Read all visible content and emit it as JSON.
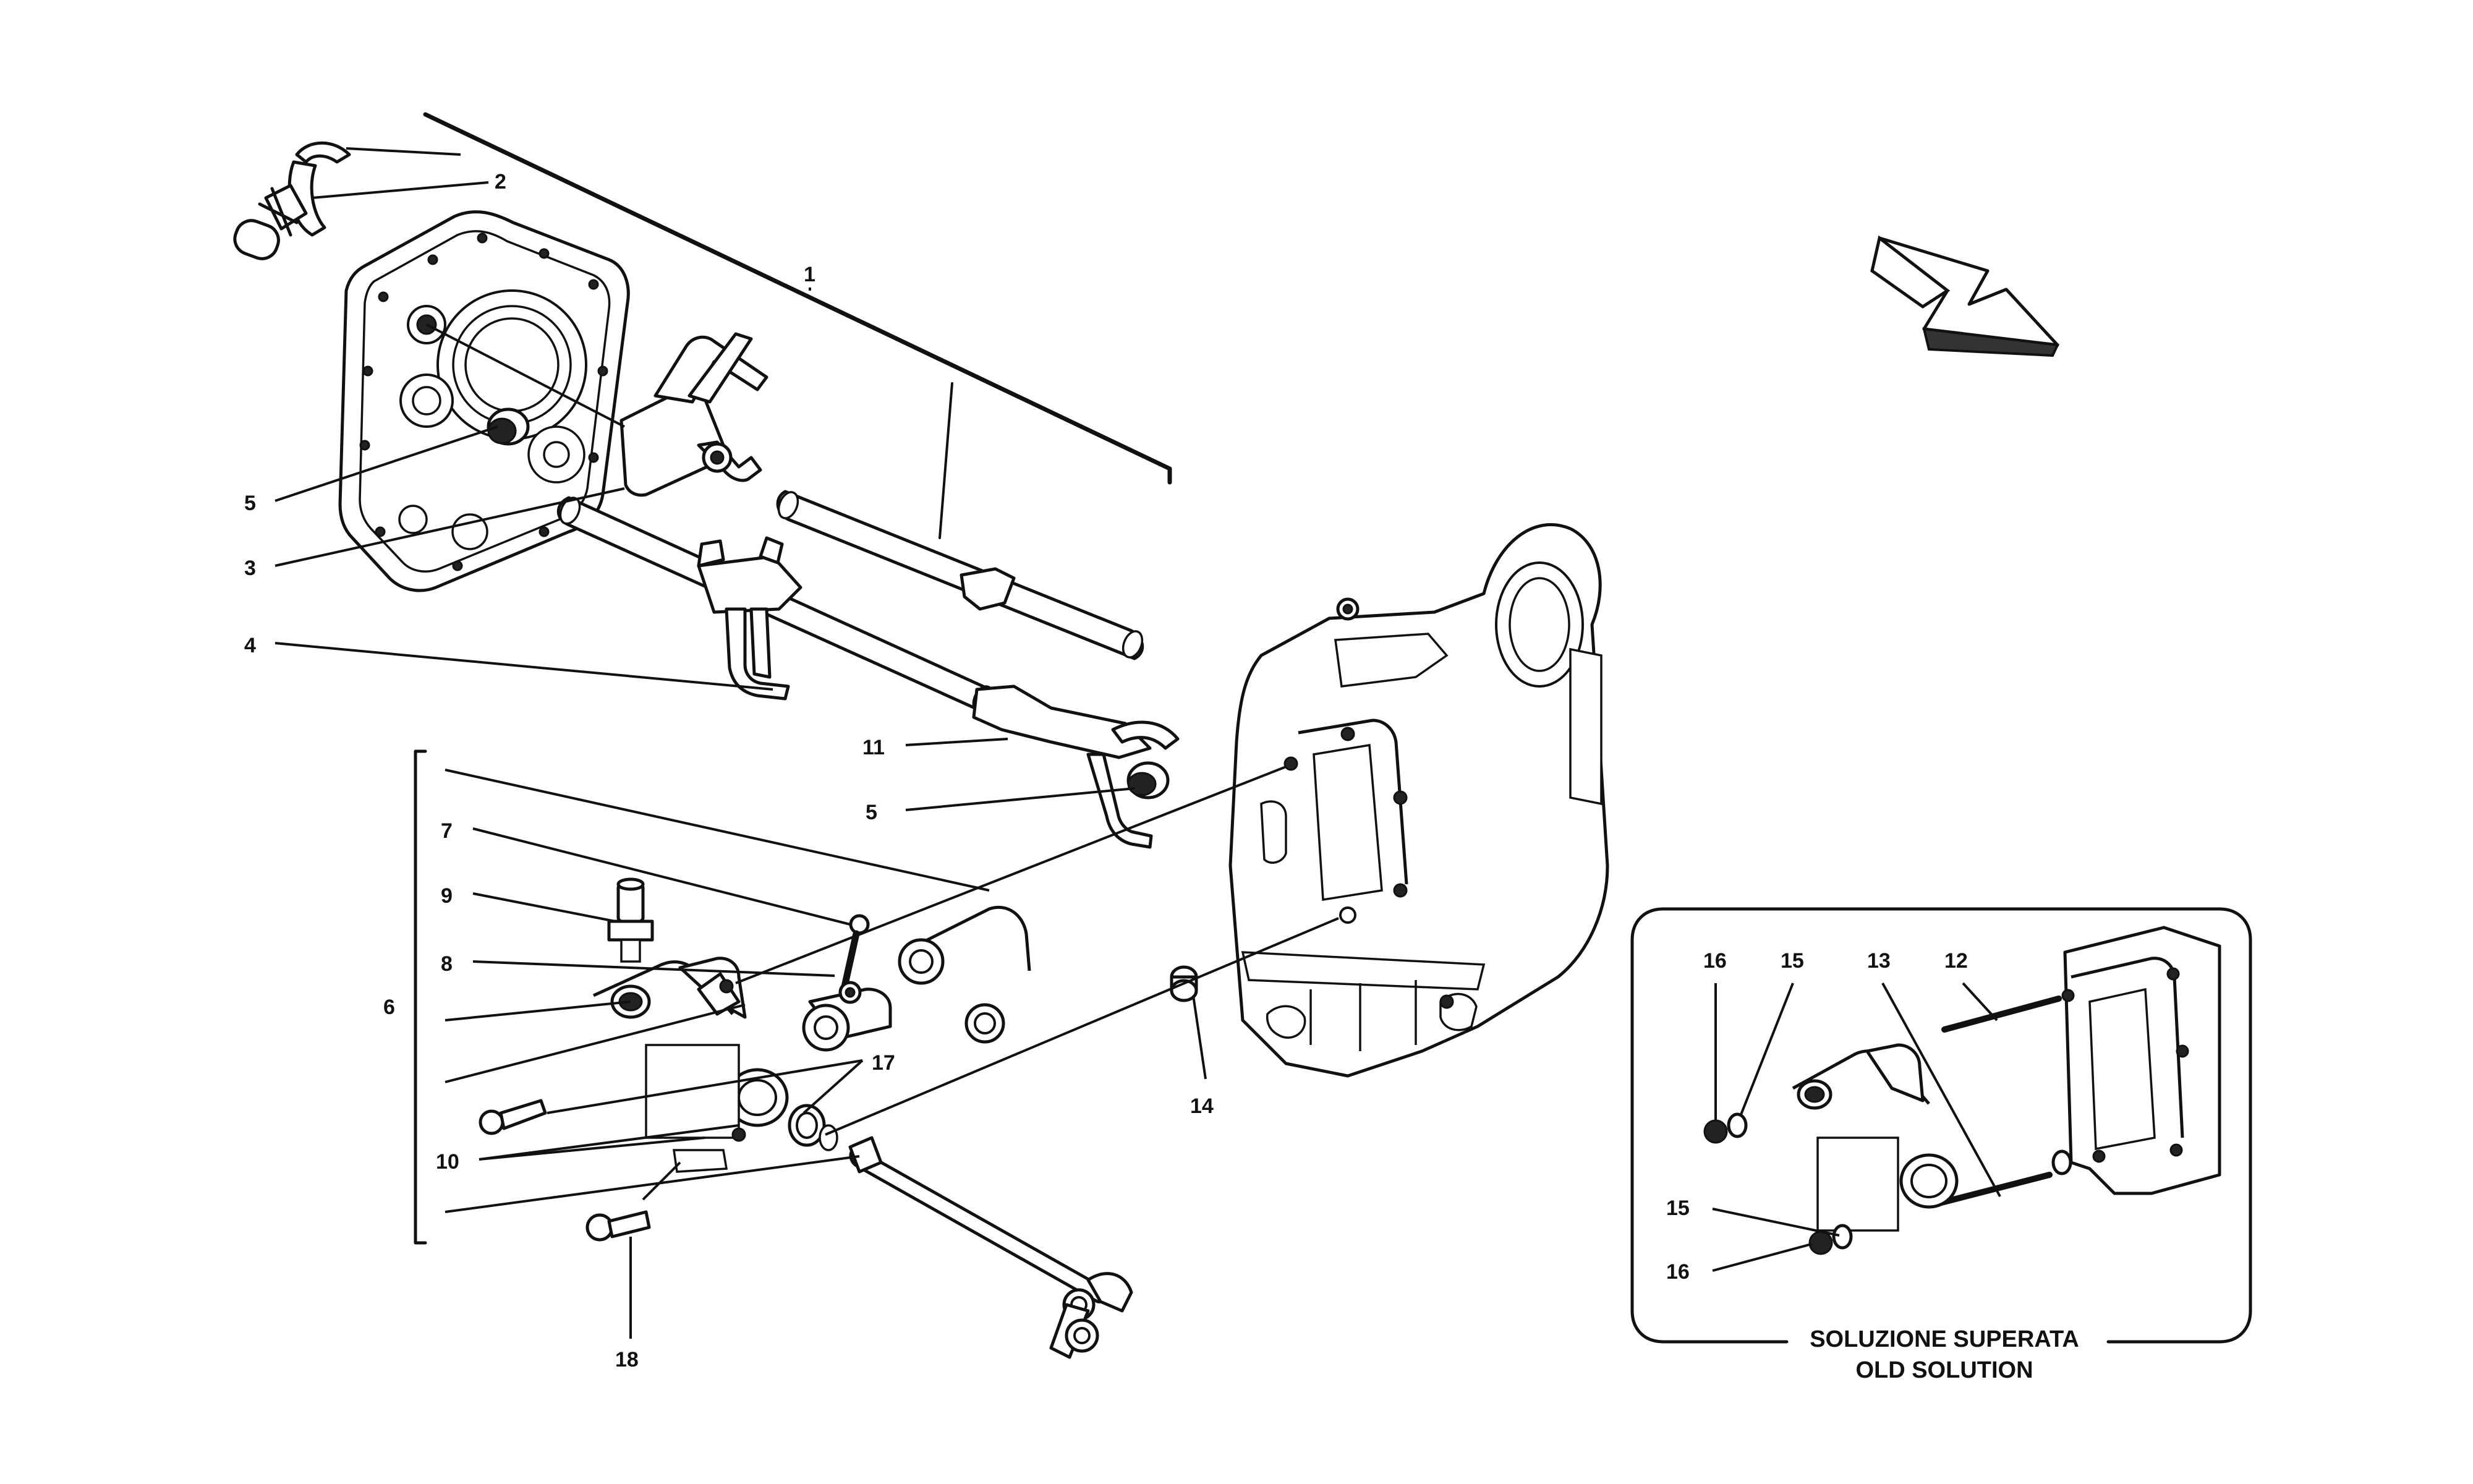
{
  "inset": {
    "caption_line1": "SOLUZIONE SUPERATA",
    "caption_line2": "OLD SOLUTION"
  },
  "callouts": {
    "c1": "1",
    "c2": "2",
    "c3": "3",
    "c4": "4",
    "c5a": "5",
    "c5b": "5",
    "c6": "6",
    "c7": "7",
    "c8": "8",
    "c9": "9",
    "c10": "10",
    "c11": "11",
    "c14": "14",
    "c17": "17",
    "c18": "18",
    "i16a": "16",
    "i15a": "15",
    "i13": "13",
    "i12": "12",
    "i15b": "15",
    "i16b": "16"
  },
  "icons": {
    "direction_arrow": "direction-arrow-icon"
  }
}
